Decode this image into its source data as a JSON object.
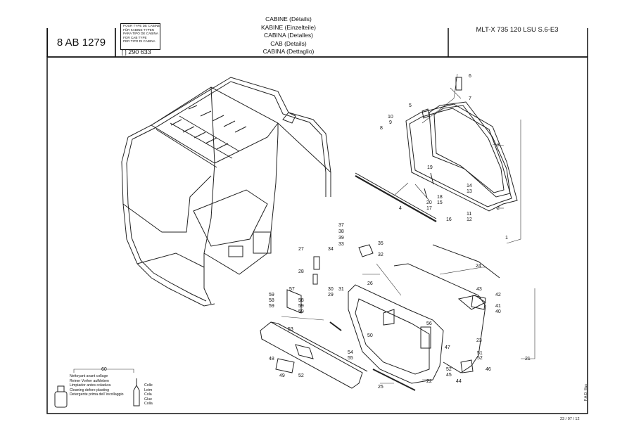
{
  "header": {
    "reference": "8 AB 1279",
    "type_labels": [
      "POUR TYPE DE CABINE",
      "FÜR KABINE TYPEN",
      "PARA TIPO DE CABINA",
      "FOR CAB TYPE",
      "PER TIPO DI CABINA"
    ],
    "type_number": "290 633",
    "titles": [
      "CABINE (Détails)",
      "KABINE (Einzelteile)",
      "CABINA (Detalles)",
      "CAB (Details)",
      "CABINA (Dettaglio)"
    ],
    "model": "MLT-X 735 120 LSU S.6-E3"
  },
  "glue_note": {
    "cleaner": [
      "Nettoyant avant collage",
      "Reiner Vorher aufkleben",
      "Limpiador antes coladura",
      "Cleaning defore plasting",
      "Detergente prima dell' incollaggio"
    ],
    "glue": [
      "Colle",
      "Leim",
      "Cola",
      "Glue",
      "Colla"
    ]
  },
  "footer": {
    "date": "23 / 07 / 12",
    "studio": "F.A.D. Illus"
  },
  "callouts": [
    "6",
    "7",
    "5",
    "10",
    "9",
    "8",
    "3",
    "19",
    "14",
    "13",
    "18",
    "15",
    "20",
    "17",
    "11",
    "16",
    "12",
    "2",
    "4",
    "1",
    "37",
    "38",
    "39",
    "33",
    "35",
    "27",
    "34",
    "32",
    "28",
    "24",
    "26",
    "30",
    "29",
    "31",
    "57",
    "59",
    "58",
    "59",
    "58",
    "59",
    "59",
    "43",
    "42",
    "41",
    "40",
    "56",
    "53",
    "50",
    "47",
    "23",
    "54",
    "55",
    "48",
    "51",
    "52",
    "49",
    "52",
    "52",
    "45",
    "46",
    "44",
    "21",
    "60",
    "25",
    "22"
  ]
}
